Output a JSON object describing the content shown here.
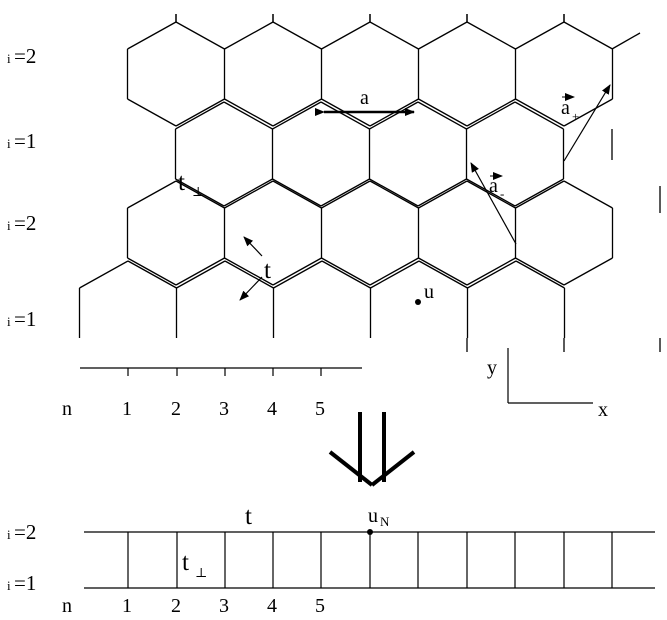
{
  "diagram": {
    "top_row_labels": [
      {
        "prefix": "i",
        "eq": "=2"
      },
      {
        "prefix": "i",
        "eq": "=1"
      },
      {
        "prefix": "i",
        "eq": "=2"
      },
      {
        "prefix": "i",
        "eq": "=1"
      }
    ],
    "top_axis": {
      "label": "n",
      "ticks": [
        "1",
        "2",
        "3",
        "4",
        "5"
      ]
    },
    "bottom_row_labels": [
      {
        "prefix": "i",
        "eq": "=2"
      },
      {
        "prefix": "i",
        "eq": "=1"
      }
    ],
    "bottom_axis": {
      "label": "n",
      "ticks": [
        "1",
        "2",
        "3",
        "4",
        "5"
      ]
    },
    "labels": {
      "a": "a",
      "a_plus": {
        "base": "a",
        "sub": "+"
      },
      "a_minus": {
        "base": "a",
        "sub": "-"
      },
      "t_perp": {
        "base": "t",
        "sub": "⊥"
      },
      "t": "t",
      "u": "u",
      "u_N": {
        "base": "u",
        "sub": "N"
      },
      "x": "x",
      "y": "y",
      "t_bottom": "t",
      "t_perp_bottom": {
        "base": "t",
        "sub": "⊥"
      }
    },
    "colors": {
      "lines": "#000000",
      "background": "#ffffff"
    }
  }
}
